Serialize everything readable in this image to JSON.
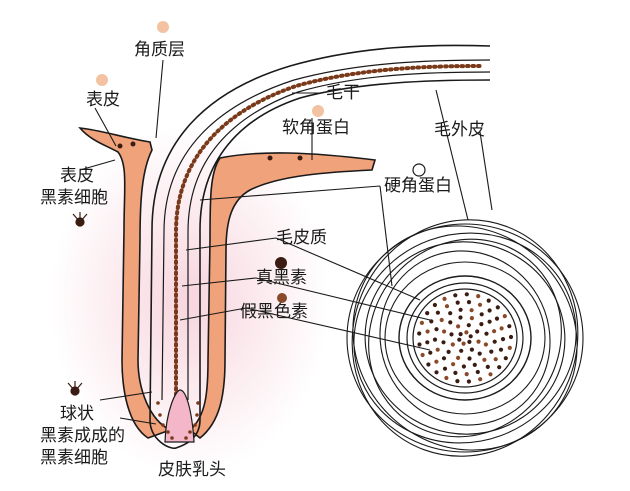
{
  "labels": {
    "stratum_corneum": "角质层",
    "epidermis": "表皮",
    "hair_shaft": "毛干",
    "soft_keratin": "软角蛋白",
    "epidermal_melanocyte_l1": "表皮",
    "epidermal_melanocyte_l2": "黑素细胞",
    "outer_root_sheath": "毛外皮",
    "hard_keratin": "硬角蛋白",
    "cortex": "毛皮质",
    "eumelanin": "真黑素",
    "pheomelanin": "假黑色素",
    "bulb_melanocyte_l1": "球状",
    "bulb_melanocyte_l2": "黑素成成的",
    "bulb_melanocyte_l3": "黑素细胞",
    "dermal_papilla": "皮肤乳头"
  },
  "colors": {
    "skin_orange": "#f0a27a",
    "dermis_pink": "#f7d3dc",
    "dot_light": "#f2c2a2",
    "dot_dark": "#3a1c12",
    "dot_brown": "#8a4a2a",
    "line": "#1a1a1a"
  },
  "icons": {
    "light_dot": "pale-orange-circle",
    "hollow_dot": "hollow-circle",
    "dark_dot": "dark-brown-circle",
    "melanocyte": "dendritic-cell"
  }
}
